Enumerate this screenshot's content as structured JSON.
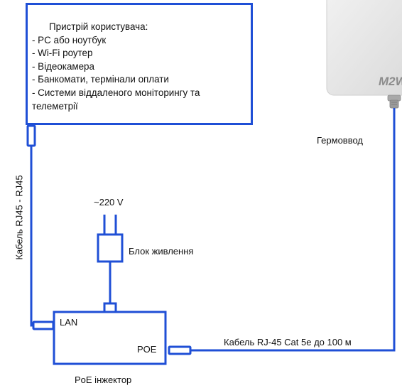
{
  "device": {
    "title": "Пристрій користувача:",
    "items": [
      "- PC або ноутбук",
      "- Wi-Fi роутер",
      "- Відеокамера",
      "- Банкомати, термінали оплати",
      "- Системи віддаленого моніторингу та",
      "телеметрії"
    ]
  },
  "modem": {
    "brand": "M2W",
    "gland_label": "Гермоввод"
  },
  "power": {
    "voltage_label": "~220 V",
    "supply_label": "Блок живлення"
  },
  "cables": {
    "rj45_label": "Кабель RJ45 - RJ45",
    "cat5e_label": "Кабель RJ-45 Cat 5e до 100 м"
  },
  "injector": {
    "name": "PoE інжектор",
    "lan_label": "LAN",
    "poe_label": "POE"
  },
  "colors": {
    "line": "#1f4fd6",
    "modem_body": "#e6e6e6",
    "connector": "#aeaeae"
  }
}
